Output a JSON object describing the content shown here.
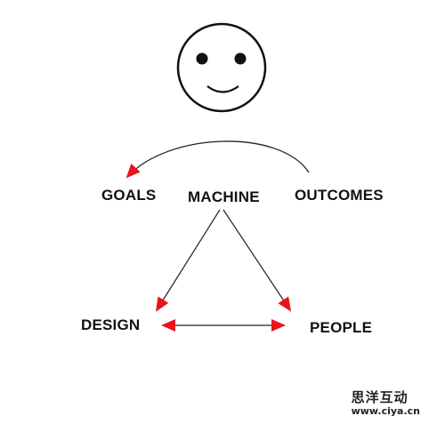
{
  "diagram": {
    "labels": {
      "goals": "GOALS",
      "machine": "MACHINE",
      "outcomes": "OUTCOMES",
      "design": "DESIGN",
      "people": "PEOPLE"
    },
    "colors": {
      "line": "#222222",
      "arrowhead": "#e8141c",
      "text": "#111111"
    },
    "icons": {
      "face": "smiley-face-icon"
    }
  },
  "watermark": {
    "chinese": "思洋互动",
    "url": "www.ciya.cn"
  }
}
